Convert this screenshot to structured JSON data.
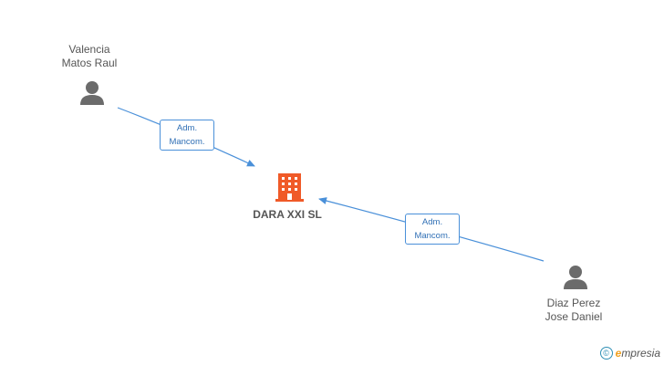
{
  "nodes": {
    "person_top": {
      "line1": "Valencia",
      "line2": "Matos Raul"
    },
    "company": {
      "name": "DARA XXI SL"
    },
    "person_bottom": {
      "line1": "Diaz Perez",
      "line2": "Jose Daniel"
    }
  },
  "edges": {
    "top": {
      "line1": "Adm.",
      "line2": "Mancom."
    },
    "bottom": {
      "line1": "Adm.",
      "line2": "Mancom."
    }
  },
  "footer": {
    "copyright_symbol": "©",
    "brand_initial": "e",
    "brand_rest": "mpresia"
  },
  "colors": {
    "edge": "#4a90d9",
    "company_icon": "#f05a28",
    "person_icon": "#6b6b6b"
  }
}
